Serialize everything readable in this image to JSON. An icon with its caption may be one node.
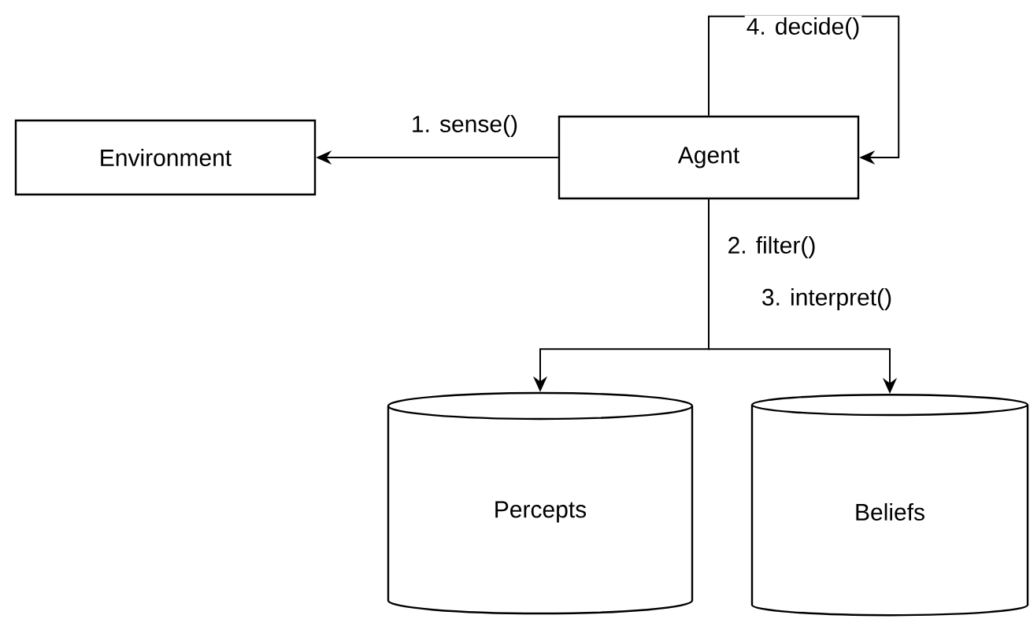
{
  "diagram": {
    "nodes": [
      {
        "text": [
          "Environment"
        ]
      },
      {
        "text": [
          "Agent"
        ]
      },
      {
        "text": [
          "Percepts"
        ]
      },
      {
        "text": [
          "Beliefs"
        ]
      }
    ],
    "edges": [
      {
        "from": 1,
        "to": 0,
        "arrow": "to",
        "label": "1. sense()"
      },
      {
        "from": 1,
        "to": 2,
        "arrow": "to",
        "label": "2. filter()"
      },
      {
        "from": 1,
        "to": 3,
        "arrow": "to",
        "label": "3. interpret()"
      },
      {
        "from": 1,
        "to": 1,
        "arrow": "to",
        "label": "4. decide()"
      }
    ]
  }
}
